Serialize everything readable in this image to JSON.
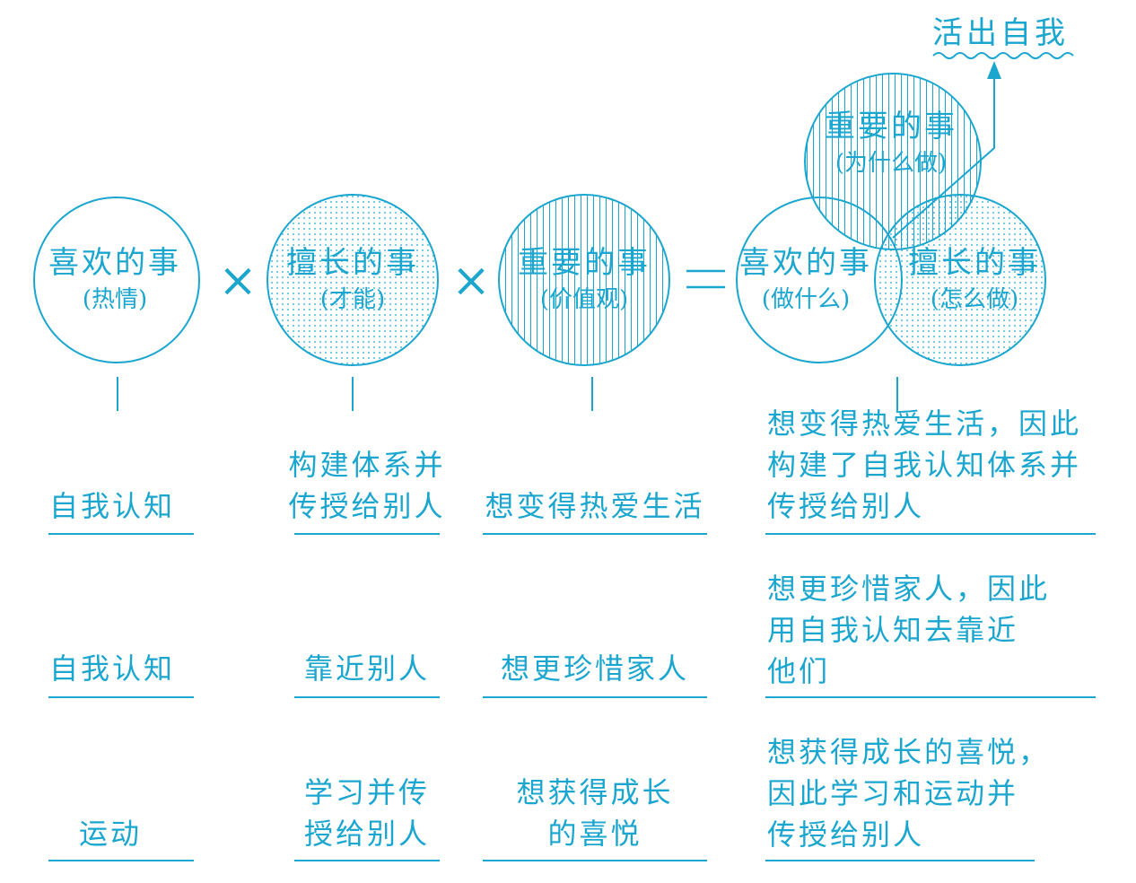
{
  "colors": {
    "accent": "#1ba6cf"
  },
  "title": "活出自我",
  "circles": {
    "passion": {
      "title": "喜欢的事",
      "sub": "(热情)"
    },
    "talent": {
      "title": "擅长的事",
      "sub": "(才能)"
    },
    "values": {
      "title": "重要的事",
      "sub": "(价值观)"
    }
  },
  "operators": {
    "times1": "×",
    "times2": "×",
    "equals": "="
  },
  "venn": {
    "top": {
      "title": "重要的事",
      "sub": "(为什么做)"
    },
    "left": {
      "title": "喜欢的事",
      "sub": "(做什么)"
    },
    "right": {
      "title": "擅长的事",
      "sub": "(怎么做)"
    }
  },
  "rows": [
    {
      "passion": [
        "自我认知"
      ],
      "talent": [
        "构建体系并",
        "传授给别人"
      ],
      "values": [
        "想变得热爱生活"
      ],
      "result": [
        "想变得热爱生活，因此",
        "构建了自我认知体系并",
        "传授给别人"
      ]
    },
    {
      "passion": [
        "自我认知"
      ],
      "talent": [
        "靠近别人"
      ],
      "values": [
        "想更珍惜家人"
      ],
      "result": [
        "想更珍惜家人，因此",
        "用自我认知去靠近",
        "他们"
      ]
    },
    {
      "passion": [
        "运动"
      ],
      "talent": [
        "学习并传",
        "授给别人"
      ],
      "values": [
        "想获得成长",
        "的喜悦"
      ],
      "result": [
        "想获得成长的喜悦，",
        "因此学习和运动并",
        "传授给别人"
      ]
    }
  ]
}
